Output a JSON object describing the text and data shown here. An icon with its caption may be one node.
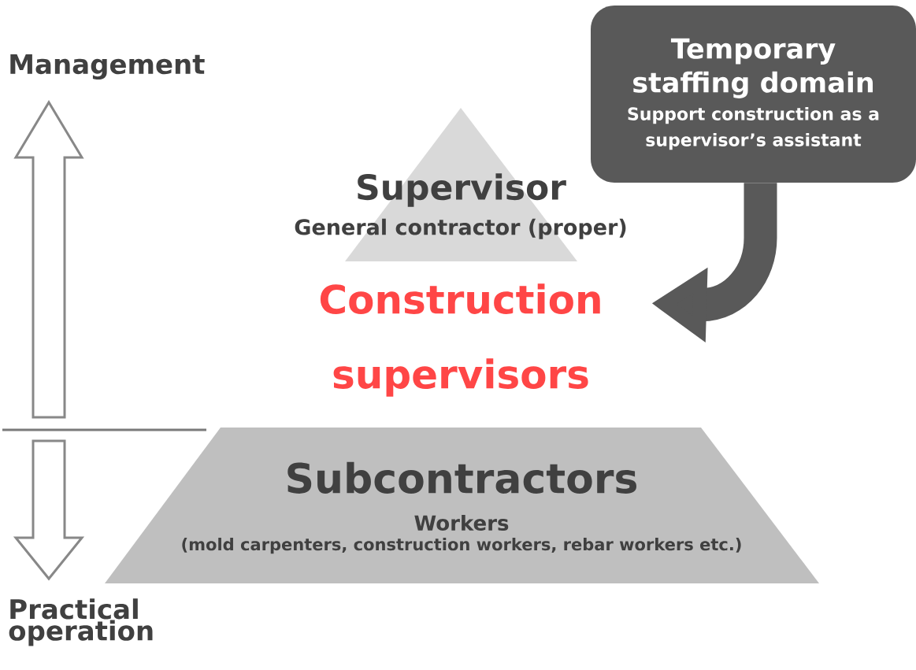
{
  "diagram": {
    "nodes": [
      {
        "text": [
          "Supervisor",
          "General contractor (proper)"
        ]
      },
      {
        "text": [
          "Construction supervisors"
        ]
      },
      {
        "text": [
          "Subcontractors",
          "Workers",
          "(mold carpenters, construction workers, rebar workers etc.)"
        ]
      },
      {
        "text": [
          "Temporary staffing domain",
          "Support construction as a supervisor’s assistant"
        ]
      }
    ],
    "edges": [
      {
        "from": 3,
        "to": 1,
        "arrow": "to"
      }
    ],
    "labels": [
      "Management",
      "Practical operation"
    ]
  }
}
